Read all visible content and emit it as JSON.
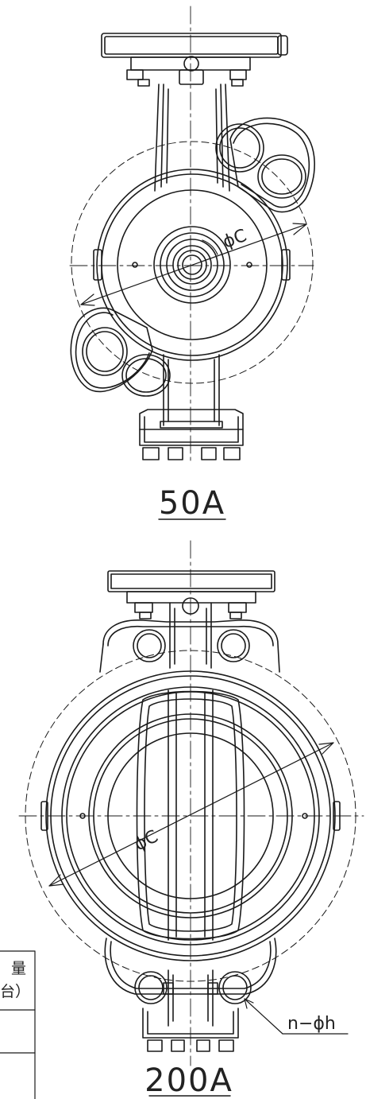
{
  "views": [
    {
      "label": "50A",
      "dim_label": "ϕC"
    },
    {
      "label": "200A",
      "dim_label": "ϕC",
      "hole_label": "n−ϕh"
    }
  ],
  "table": {
    "header_lines": [
      "量",
      "台）"
    ]
  }
}
